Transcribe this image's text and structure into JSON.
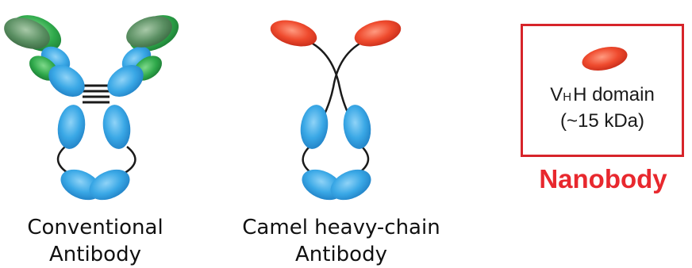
{
  "panels": {
    "conventional": {
      "caption_line1": "Conventional",
      "caption_line2": "Antibody"
    },
    "camel": {
      "caption_line1": "Camel heavy-chain",
      "caption_line2": "Antibody"
    },
    "nanobody": {
      "domain_label_main": "V",
      "domain_label_sub": "H",
      "domain_label_rest": "H domain",
      "size_label": "(~15 kDa)",
      "title": "Nanobody"
    }
  },
  "colors": {
    "blue_domain": "#3aa8e6",
    "green_domain": "#2ea84a",
    "dark_green_domain": "#4a8a55",
    "red_domain": "#e84a30",
    "linker": "#1a1a1a",
    "nanobody_red": "#e8282e"
  }
}
